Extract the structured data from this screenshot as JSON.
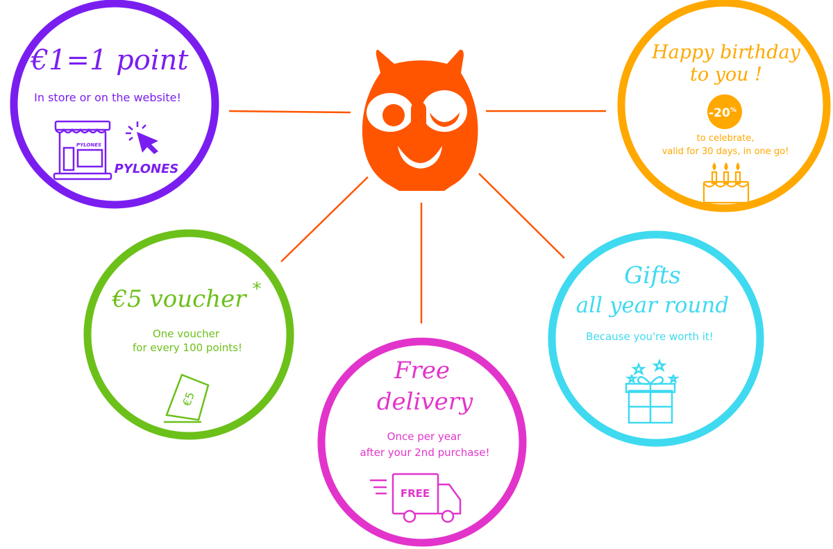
{
  "colors": {
    "owl": "#ff5500",
    "points": "#7a1ef0",
    "birthday": "#ffa800",
    "voucher": "#6cc01a",
    "delivery": "#e234cb",
    "gifts": "#3fdaf0"
  },
  "points": {
    "title": "€1=1 point",
    "subtitle": "In store or on the website!",
    "store_sign": "PYLONES",
    "brand": "PYLONES",
    "icons": [
      "store-icon",
      "cursor-click-icon"
    ]
  },
  "birthday": {
    "title_line1": "Happy birthday",
    "title_line2": "to you !",
    "discount": "-20",
    "discount_unit": "%",
    "text_line1": "to celebrate,",
    "text_line2": "valid for 30 days, in one go!",
    "icon": "birthday-cake-icon"
  },
  "voucher": {
    "title": "€5 voucher",
    "asterisk": "*",
    "text_line1": "One voucher",
    "text_line2": "for every 100 points!",
    "ticket_label": "€5",
    "icon": "voucher-ticket-icon"
  },
  "delivery": {
    "title_line1": "Free",
    "title_line2": "delivery",
    "text_line1": "Once per year",
    "text_line2": "after your 2nd purchase!",
    "truck_label": "FREE",
    "icon": "delivery-truck-icon"
  },
  "gifts": {
    "title_line1": "Gifts",
    "title_line2": "all year round",
    "text": "Because you're worth it!",
    "icon": "gift-box-icon"
  }
}
